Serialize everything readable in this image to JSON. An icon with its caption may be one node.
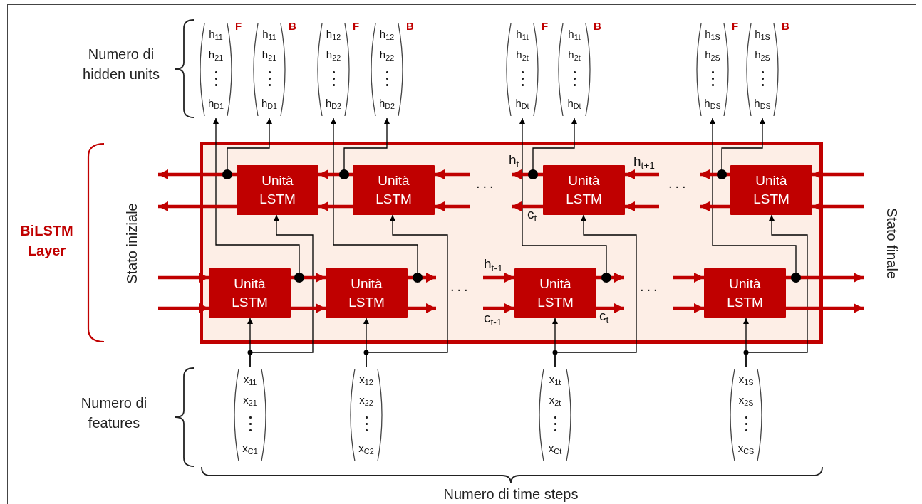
{
  "diagram": {
    "nodes": [
      {
        "text": [
          "h$_{11}$",
          "h$_{21}$",
          "h$_{D1}$"
        ],
        "beside": [
          "F"
        ]
      },
      {
        "text": [
          "h$_{11}$",
          "h$_{21}$",
          "h$_{D1}$"
        ],
        "beside": [
          "B"
        ]
      },
      {
        "text": [
          "h$_{12}$",
          "h$_{22}$",
          "h$_{D2}$"
        ],
        "beside": [
          "F"
        ]
      },
      {
        "text": [
          "h$_{12}$",
          "h$_{22}$",
          "h$_{D2}$"
        ],
        "beside": [
          "B"
        ]
      },
      {
        "text": [
          "h$_{1t}$",
          "h$_{2t}$",
          "h$_{Dt}$"
        ],
        "beside": [
          "F"
        ]
      },
      {
        "text": [
          "h$_{1t}$",
          "h$_{2t}$",
          "h$_{Dt}$"
        ],
        "beside": [
          "B"
        ]
      },
      {
        "text": [
          "h$_{1S}$",
          "h$_{2S}$",
          "h$_{DS}$"
        ],
        "beside": [
          "F"
        ]
      },
      {
        "text": [
          "h$_{1S}$",
          "h$_{2S}$",
          "h$_{DS}$"
        ],
        "beside": [
          "B"
        ]
      },
      {
        "text": [],
        "shape": "box"
      },
      {
        "text": [
          "Unità LSTM"
        ],
        "in": 8
      },
      {
        "text": [
          "Unità LSTM"
        ],
        "in": 8
      },
      {
        "text": [
          "Unità LSTM"
        ],
        "in": 8
      },
      {
        "text": [
          "Unità LSTM"
        ],
        "in": 8
      },
      {
        "text": [
          "Unità LSTM"
        ],
        "in": 8
      },
      {
        "text": [
          "Unità LSTM"
        ],
        "in": 8
      },
      {
        "text": [
          "Unità LSTM"
        ],
        "in": 8
      },
      {
        "text": [
          "Unità LSTM"
        ],
        "in": 8
      },
      {
        "text": [
          "x$_{11}$",
          "x$_{21}$",
          "x$_{C1}$"
        ]
      },
      {
        "text": [
          "x$_{12}$",
          "x$_{22}$",
          "x$_{C2}$"
        ]
      },
      {
        "text": [
          "x$_{1t}$",
          "x$_{2t}$",
          "x$_{Ct}$"
        ]
      },
      {
        "text": [
          "x$_{1S}$",
          "x$_{2S}$",
          "x$_{CS}$"
        ]
      }
    ],
    "edges": [
      {
        "from": null,
        "to": 13,
        "arrow": "to"
      },
      {
        "from": null,
        "to": 13,
        "arrow": "to"
      },
      {
        "from": 13,
        "to": 14,
        "arrow": "to"
      },
      {
        "from": 13,
        "to": 14,
        "arrow": "to"
      },
      {
        "from": 14,
        "to": null,
        "arrow": "to"
      },
      {
        "from": 14,
        "to": null,
        "arrow": "to"
      },
      {
        "from": null,
        "to": 15,
        "arrow": "to",
        "label": "h$_{t-1}$"
      },
      {
        "from": null,
        "to": 15,
        "arrow": "to",
        "label": "c$_{t-1}$"
      },
      {
        "from": 15,
        "to": null,
        "arrow": "to"
      },
      {
        "from": 15,
        "to": null,
        "arrow": "to",
        "label": "c$_{t}$"
      },
      {
        "from": null,
        "to": 16,
        "arrow": "to"
      },
      {
        "from": null,
        "to": 16,
        "arrow": "to"
      },
      {
        "from": 16,
        "to": null,
        "arrow": "to"
      },
      {
        "from": 16,
        "to": null,
        "arrow": "to"
      },
      {
        "from": 9,
        "to": null,
        "arrow": "to"
      },
      {
        "from": 9,
        "to": null,
        "arrow": "to"
      },
      {
        "from": 10,
        "to": 9,
        "arrow": "to"
      },
      {
        "from": 10,
        "to": 9,
        "arrow": "to"
      },
      {
        "from": null,
        "to": 10,
        "arrow": "to"
      },
      {
        "from": null,
        "to": 10,
        "arrow": "to"
      },
      {
        "from": 11,
        "to": null,
        "arrow": "to",
        "label": "h$_{t}$"
      },
      {
        "from": 11,
        "to": null,
        "arrow": "to",
        "label": "c$_{t}$"
      },
      {
        "from": null,
        "to": 11,
        "arrow": "to",
        "label": "h$_{t+1}$"
      },
      {
        "from": null,
        "to": 11,
        "arrow": "to"
      },
      {
        "from": 12,
        "to": null,
        "arrow": "to"
      },
      {
        "from": 12,
        "to": null,
        "arrow": "to"
      },
      {
        "from": null,
        "to": 12,
        "arrow": "to"
      },
      {
        "from": null,
        "to": 12,
        "arrow": "to"
      },
      {
        "from": 17,
        "to": 13,
        "arrow": "to",
        "color": "#000000"
      },
      {
        "from": 17,
        "to": 9,
        "arrow": "to",
        "color": "#000000"
      },
      {
        "from": 18,
        "to": 14,
        "arrow": "to",
        "color": "#000000"
      },
      {
        "from": 18,
        "to": 10,
        "arrow": "to",
        "color": "#000000"
      },
      {
        "from": 19,
        "to": 15,
        "arrow": "to",
        "color": "#000000"
      },
      {
        "from": 19,
        "to": 11,
        "arrow": "to",
        "color": "#000000"
      },
      {
        "from": 20,
        "to": 16,
        "arrow": "to",
        "color": "#000000"
      },
      {
        "from": 20,
        "to": 12,
        "arrow": "to",
        "color": "#000000"
      },
      {
        "from": 13,
        "to": 0,
        "arrow": "to",
        "color": "#000000"
      },
      {
        "from": 9,
        "to": 1,
        "arrow": "to",
        "color": "#000000"
      },
      {
        "from": 14,
        "to": 2,
        "arrow": "to",
        "color": "#000000"
      },
      {
        "from": 10,
        "to": 3,
        "arrow": "to",
        "color": "#000000"
      },
      {
        "from": 15,
        "to": 4,
        "arrow": "to",
        "color": "#000000"
      },
      {
        "from": 11,
        "to": 5,
        "arrow": "to",
        "color": "#000000"
      },
      {
        "from": 16,
        "to": 6,
        "arrow": "to",
        "color": "#000000"
      },
      {
        "from": 12,
        "to": 7,
        "arrow": "to",
        "color": "#000000"
      }
    ],
    "labels": [
      "Numero di hidden units",
      "...",
      "...",
      "BiLSTM Layer",
      "Stato iniziale",
      "Stato finale",
      "...",
      "...",
      "Numero di features",
      "Numero di time steps"
    ]
  }
}
